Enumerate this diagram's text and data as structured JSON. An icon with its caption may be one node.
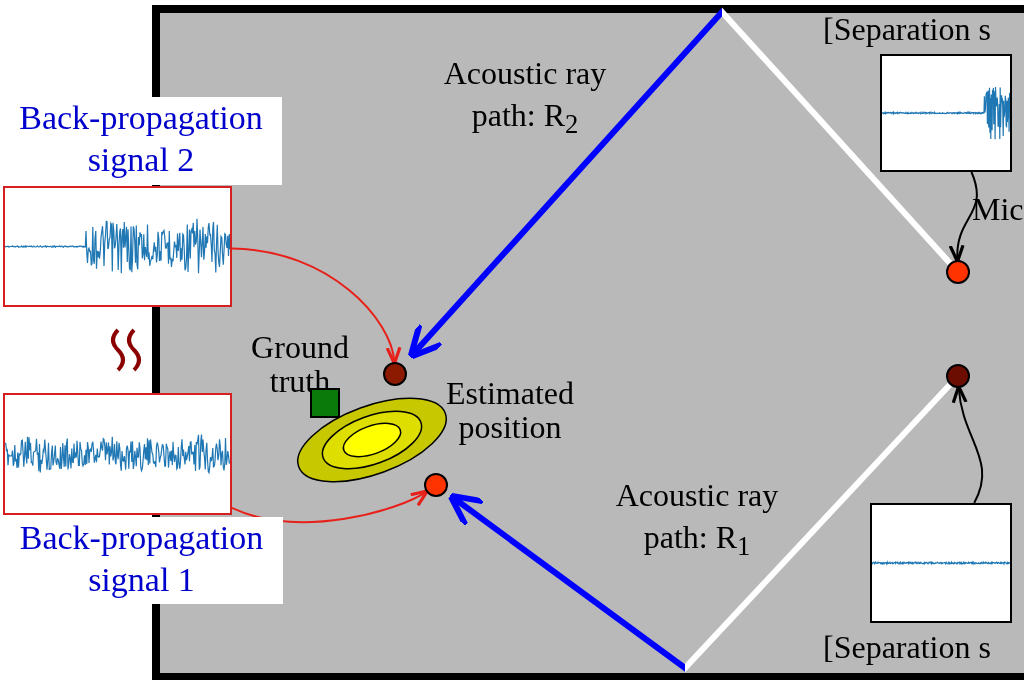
{
  "diagram": {
    "nodes": [
      {
        "text": [
          "Back-propagation signal 2"
        ]
      },
      {
        "text": [
          "Back-propagation signal 1"
        ]
      },
      {
        "text": [],
        "shape": "circle"
      },
      {
        "text": [],
        "shape": "circle"
      },
      {
        "text": [
          "Ground truth"
        ]
      },
      {
        "text": [
          "Estimated position"
        ]
      },
      {
        "text": [
          "Mic"
        ]
      },
      {
        "text": [],
        "shape": "circle"
      },
      {
        "text": [
          "[Separation s"
        ]
      },
      {
        "text": [
          "[Separation s"
        ]
      }
    ],
    "edges": [
      {
        "from": 0,
        "to": 2,
        "arrow": "to",
        "color": "#e8201a"
      },
      {
        "from": 1,
        "to": 3,
        "arrow": "to",
        "color": "#e8201a"
      },
      {
        "from": 8,
        "to": 6,
        "arrow": "to",
        "color": "#000000"
      },
      {
        "from": 9,
        "to": 7,
        "arrow": "to",
        "color": "#000000"
      },
      {
        "from": 6,
        "to": 2,
        "arrow": "to",
        "label": "Acoustic ray path: R$_{2}$",
        "style": "thick",
        "color": "#0000ff"
      },
      {
        "from": 7,
        "to": 3,
        "arrow": "to",
        "label": "Acoustic ray path: R$_{1}$",
        "style": "thick",
        "color": "#0000ff"
      }
    ]
  }
}
